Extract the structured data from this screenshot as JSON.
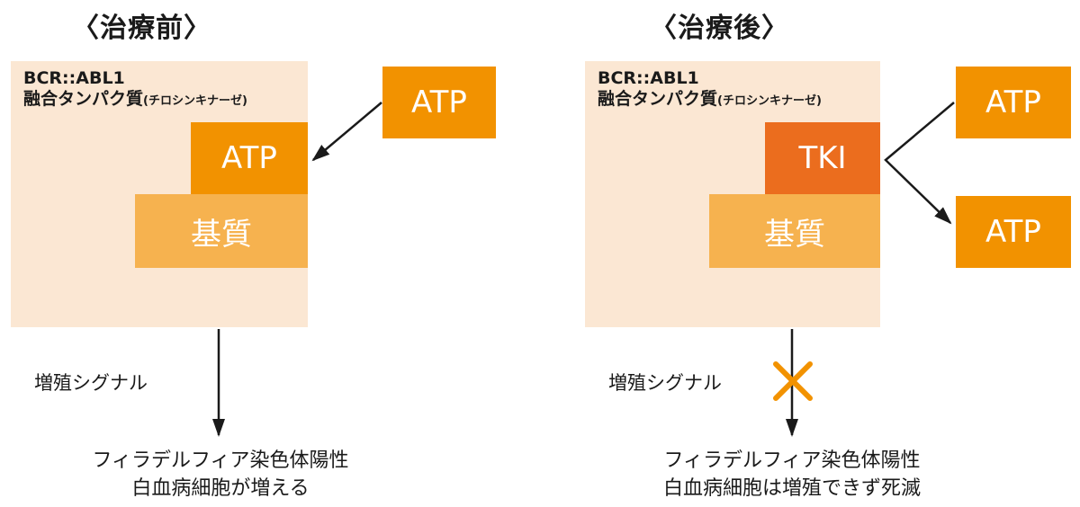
{
  "before": {
    "title": "〈治療前〉",
    "protein_label_line1": "BCR::ABL1",
    "protein_label_line2": "融合タンパク質",
    "protein_label_small": "(チロシンキナーゼ)",
    "bound_atp": "ATP",
    "substrate": "基質",
    "free_atp": "ATP",
    "signal_label": "増殖シグナル",
    "result_line1": "フィラデルフィア染色体陽性",
    "result_line2": "白血病細胞が増える"
  },
  "after": {
    "title": "〈治療後〉",
    "protein_label_line1": "BCR::ABL1",
    "protein_label_line2": "融合タンパク質",
    "protein_label_small": "(チロシンキナーゼ)",
    "bound_inhibitor": "TKI",
    "substrate": "基質",
    "free_atp_top": "ATP",
    "free_atp_bottom": "ATP",
    "signal_label": "増殖シグナル",
    "result_line1": "フィラデルフィア染色体陽性",
    "result_line2": "白血病細胞は増殖できず死滅"
  },
  "colors": {
    "protein_bg": "#fbe7d3",
    "atp": "#f29200",
    "tki": "#eb6d1e",
    "substrate": "#f6b24f",
    "block_mark": "#f29200"
  }
}
